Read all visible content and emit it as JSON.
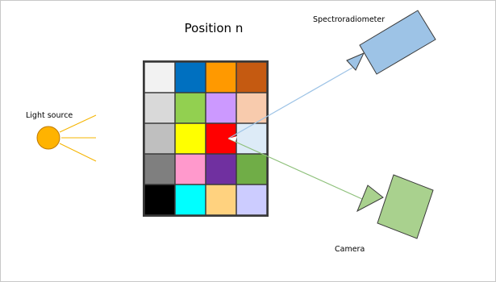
{
  "title": "Position n",
  "labels": {
    "light_source": "Light source",
    "spectroradiometer": "Spectroradiometer",
    "camera": "Camera"
  },
  "colors": {
    "frame_border": "#c8c8c8",
    "chart_border": "#3a3a3a",
    "sun_fill": "#ffb300",
    "sun_stroke": "#c07a00",
    "sun_rays": "#f5b400",
    "spectro_fill": "#9dc3e6",
    "spectro_stroke": "#3a3a3a",
    "spectro_beam": "#9dc3e6",
    "camera_fill": "#a9d18e",
    "camera_stroke": "#3a3a3a",
    "camera_beam": "#8dc07a",
    "target_spot": "#ffffff"
  },
  "color_checker": {
    "rows": 5,
    "cols": 4,
    "patches": [
      [
        "#f2f2f2",
        "#0070c0",
        "#ff9900",
        "#c55a11"
      ],
      [
        "#d9d9d9",
        "#92d050",
        "#cc99ff",
        "#f8cbad"
      ],
      [
        "#bfbfbf",
        "#ffff00",
        "#ff0000",
        "#ddebf7"
      ],
      [
        "#7f7f7f",
        "#ff99cc",
        "#7030a0",
        "#70ad47"
      ],
      [
        "#000000",
        "#00ffff",
        "#ffd27f",
        "#ccccff"
      ]
    ]
  }
}
